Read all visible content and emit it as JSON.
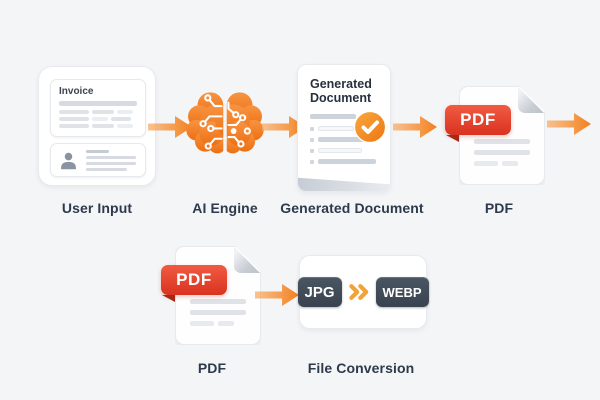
{
  "colors": {
    "background": "#F4F5F7",
    "accent_orange": "#F5821F",
    "pdf_red": "#E0402C",
    "badge_slate": "#3E4956",
    "label_text": "#2D3A4B"
  },
  "labels": {
    "user_input": "User Input",
    "ai_engine": "AI Engine",
    "generated_document": "Generated Document",
    "pdf_row1": "PDF",
    "pdf_row2": "PDF",
    "file_conversion": "File Conversion"
  },
  "user_input_card": {
    "invoice_title": "Invoice"
  },
  "generated_document_card": {
    "title": "Generated Document"
  },
  "pdf_icon": {
    "badge_text": "PDF"
  },
  "conversion": {
    "from": "JPG",
    "to": "WEBP"
  },
  "icons": [
    "person-icon",
    "brain-circuit-icon",
    "check-icon",
    "pdf-file-icon",
    "page-fold-icon",
    "double-chevron-icon",
    "flow-arrow-icon"
  ]
}
